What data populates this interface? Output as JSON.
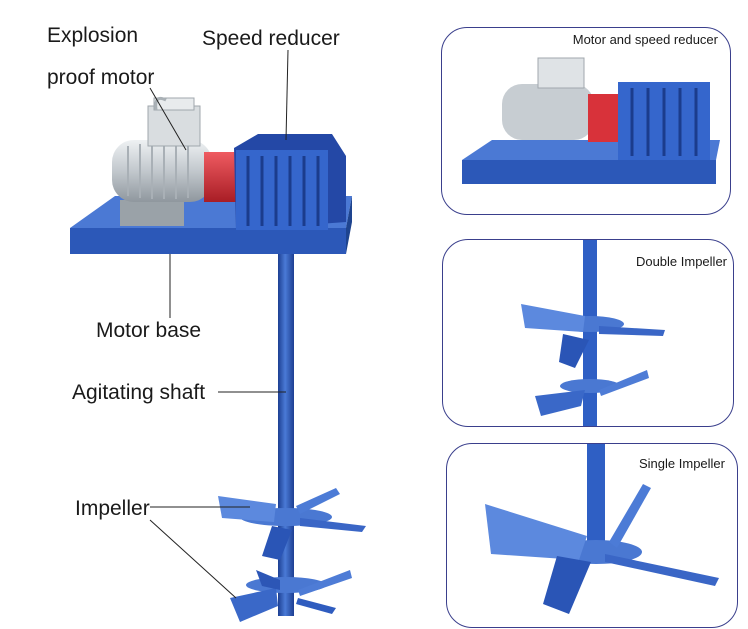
{
  "labels": {
    "explosion": "Explosion",
    "proof_motor": "proof motor",
    "speed_reducer": "Speed reducer",
    "motor_base": "Motor base",
    "agitating_shaft": "Agitating shaft",
    "impeller": "Impeller"
  },
  "panels": {
    "motor_reducer": "Motor and speed reducer",
    "double_impeller": "Double Impeller",
    "single_impeller": "Single Impeller"
  },
  "colors": {
    "blue": "#2f5fc4",
    "blue_dark": "#1d3f92",
    "blue_light": "#5b88dc",
    "motor_gray": "#c9cfd4",
    "coupling_red": "#d8323a",
    "panel_border": "#3a3f8c"
  }
}
